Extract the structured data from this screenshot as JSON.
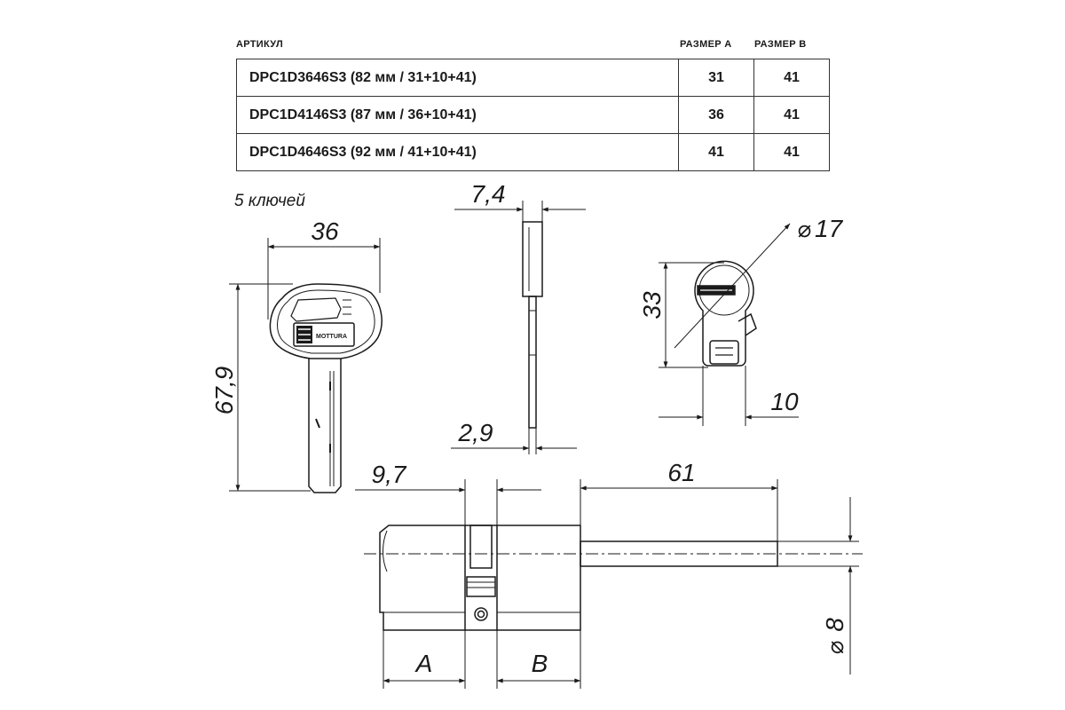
{
  "table": {
    "headers": {
      "article": "АРТИКУЛ",
      "size_a": "РАЗМЕР А",
      "size_b": "РАЗМЕР В"
    },
    "rows": [
      {
        "article": "DPC1D3646S3 (82 мм / 31+10+41)",
        "a": "31",
        "b": "41"
      },
      {
        "article": "DPC1D4146S3 (87 мм / 36+10+41)",
        "a": "36",
        "b": "41"
      },
      {
        "article": "DPC1D4646S3 (92 мм / 41+10+41)",
        "a": "41",
        "b": "41"
      }
    ]
  },
  "drawing": {
    "keys_note": "5 ключей",
    "key_brand": "MOTTURA",
    "dimensions": {
      "key_width": "36",
      "key_length": "67,9",
      "key_thickness": "7,4",
      "blade_thickness": "2,9",
      "profile_diameter": "17",
      "profile_height": "33",
      "cam_width": "10",
      "cam_width_body": "9,7",
      "shaft_length": "61",
      "shaft_diameter": "8",
      "side_a": "A",
      "side_b": "B"
    },
    "diameter_symbol": "⌀"
  },
  "colors": {
    "line": "#1a1a1a",
    "background": "#ffffff"
  }
}
